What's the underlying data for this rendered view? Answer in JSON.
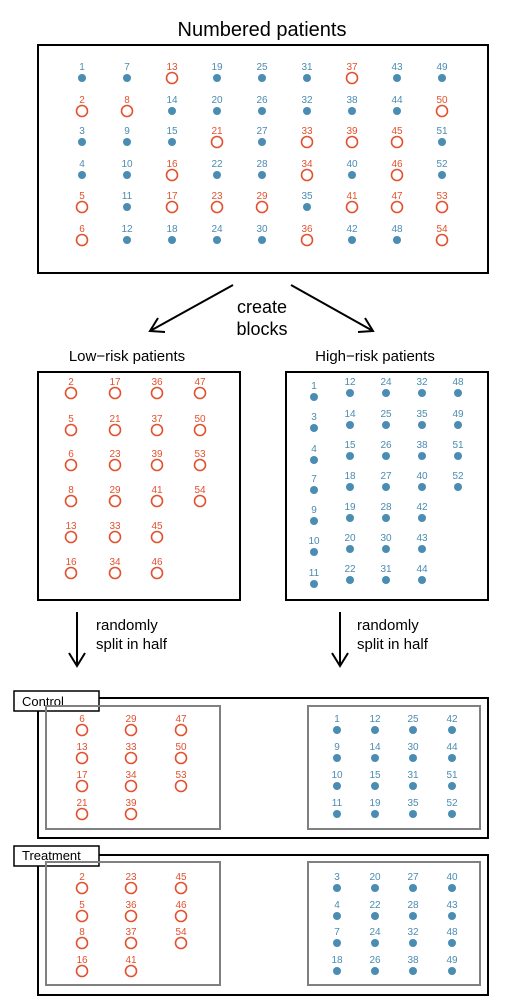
{
  "title": "Numbered patients",
  "create_label": [
    "create",
    "blocks"
  ],
  "low_title": "Low−risk patients",
  "high_title": "High−risk patients",
  "split_label": [
    "randomly",
    "split in half"
  ],
  "control_label": "Control",
  "treatment_label": "Treatment",
  "colors": {
    "low": "#E2512F",
    "high": "#4A8CB2",
    "frame": "#000000",
    "inner_frame": "#808080"
  },
  "marker_legend": {
    "low": "open-circle",
    "high": "filled-dot"
  },
  "low_risk_ids": [
    2,
    5,
    6,
    8,
    13,
    16,
    17,
    21,
    23,
    29,
    33,
    34,
    36,
    37,
    39,
    41,
    45,
    46,
    47,
    50,
    53,
    54
  ],
  "all_patients": [
    1,
    2,
    3,
    4,
    5,
    6,
    7,
    8,
    9,
    10,
    11,
    12,
    13,
    14,
    15,
    16,
    17,
    18,
    19,
    20,
    21,
    22,
    23,
    24,
    25,
    26,
    27,
    28,
    29,
    30,
    31,
    32,
    33,
    34,
    35,
    36,
    37,
    38,
    39,
    40,
    41,
    42,
    43,
    44,
    45,
    46,
    47,
    48,
    49,
    50,
    51,
    52,
    53,
    54
  ],
  "low_block": [
    [
      2,
      5,
      6,
      8,
      13,
      16
    ],
    [
      17,
      21,
      23,
      29,
      33,
      34
    ],
    [
      36,
      37,
      39,
      41,
      45,
      46
    ],
    [
      47,
      50,
      53,
      54
    ]
  ],
  "high_block": [
    [
      1,
      3,
      4,
      7,
      9,
      10,
      11
    ],
    [
      12,
      14,
      15,
      18,
      19,
      20,
      22
    ],
    [
      24,
      25,
      26,
      27,
      28,
      30,
      31
    ],
    [
      32,
      35,
      38,
      40,
      42,
      43,
      44
    ],
    [
      48,
      49,
      51,
      52
    ]
  ],
  "control_low": [
    [
      6,
      13,
      17,
      21
    ],
    [
      29,
      33,
      34,
      39
    ],
    [
      47,
      50,
      53
    ]
  ],
  "control_high": [
    [
      1,
      9,
      10,
      11
    ],
    [
      12,
      14,
      15,
      19
    ],
    [
      25,
      30,
      31,
      35
    ],
    [
      42,
      44,
      51,
      52
    ]
  ],
  "treatment_low": [
    [
      2,
      5,
      8,
      16
    ],
    [
      23,
      36,
      37,
      41
    ],
    [
      45,
      46,
      54
    ]
  ],
  "treatment_high": [
    [
      3,
      4,
      7,
      18
    ],
    [
      20,
      22,
      24,
      26
    ],
    [
      27,
      28,
      32,
      38
    ],
    [
      40,
      43,
      48,
      49
    ]
  ]
}
